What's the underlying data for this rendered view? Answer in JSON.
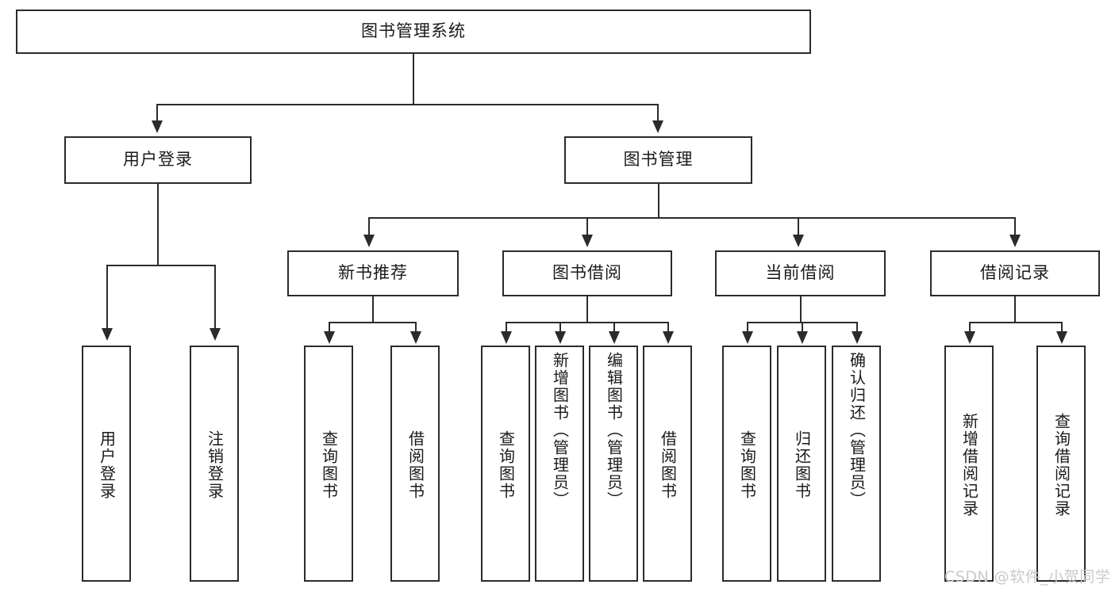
{
  "diagram": {
    "title_node": {
      "label": "图书管理系统"
    },
    "level2": [
      {
        "id": "user-login",
        "label": "用户登录"
      },
      {
        "id": "book-management",
        "label": "图书管理"
      }
    ],
    "level3": [
      {
        "id": "new-book-recommend",
        "label": "新书推荐"
      },
      {
        "id": "book-borrow",
        "label": "图书借阅"
      },
      {
        "id": "current-borrow",
        "label": "当前借阅"
      },
      {
        "id": "borrow-record",
        "label": "借阅记录"
      }
    ],
    "leaves": {
      "user_login": [
        {
          "id": "leaf-user-login",
          "label": "用户登录"
        },
        {
          "id": "leaf-logout-login",
          "label": "注销登录"
        }
      ],
      "new_book_recommend": [
        {
          "id": "leaf-query-book-1",
          "label": "查询图书"
        },
        {
          "id": "leaf-borrow-book-1",
          "label": "借阅图书"
        }
      ],
      "book_borrow": [
        {
          "id": "leaf-query-book-2",
          "label": "查询图书"
        },
        {
          "id": "leaf-add-book-admin",
          "label": "新增图书（管理员）"
        },
        {
          "id": "leaf-edit-book-admin",
          "label": "编辑图书（管理员）"
        },
        {
          "id": "leaf-borrow-book-2",
          "label": "借阅图书"
        }
      ],
      "current_borrow": [
        {
          "id": "leaf-query-book-3",
          "label": "查询图书"
        },
        {
          "id": "leaf-return-book",
          "label": "归还图书"
        },
        {
          "id": "leaf-confirm-return-admin",
          "label": "确认归还（管理员）"
        }
      ],
      "borrow_record": [
        {
          "id": "leaf-add-borrow-record",
          "label": "新增借阅记录"
        },
        {
          "id": "leaf-query-borrow-record",
          "label": "查询借阅记录"
        }
      ]
    }
  },
  "watermark": {
    "text": "CSDN @软件_小贺同学"
  },
  "colors": {
    "stroke": "#2b2b2b",
    "background": "#ffffff",
    "text": "#1a1a1a",
    "watermark": "#c9c9c9"
  }
}
